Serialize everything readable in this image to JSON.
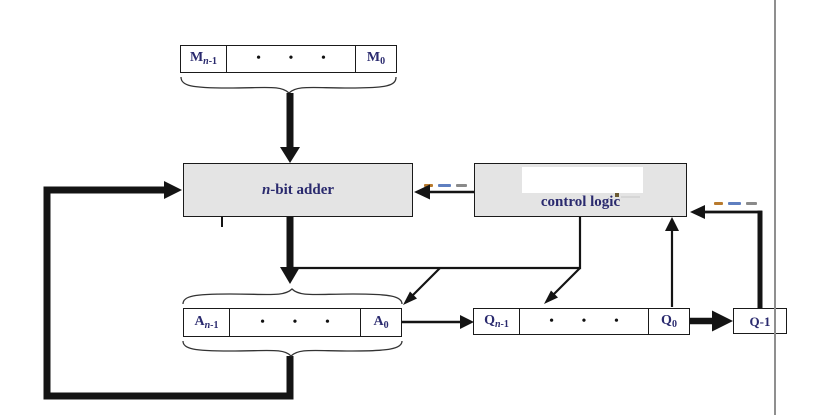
{
  "colors": {
    "box_fill": "#e4e4e4",
    "label_navy": "#2a2a6e",
    "line_black": "#141414",
    "brace_gray": "#333333",
    "page_edge_gray": "#8f8f8f"
  },
  "registers": {
    "m": {
      "high": {
        "base": "M",
        "sub_italic": "n",
        "sub_rest": "-1"
      },
      "dots": "• • •",
      "low": {
        "base": "M",
        "sub_italic": "",
        "sub_rest": "0"
      }
    },
    "a": {
      "high": {
        "base": "A",
        "sub_italic": "n",
        "sub_rest": "-1"
      },
      "dots": "• • •",
      "low": {
        "base": "A",
        "sub_italic": "",
        "sub_rest": "0"
      }
    },
    "q": {
      "high": {
        "base": "Q",
        "sub_italic": "n",
        "sub_rest": "-1"
      },
      "dots": "• • •",
      "low": {
        "base": "Q",
        "sub_italic": "",
        "sub_rest": "0"
      }
    },
    "q_minus_1": {
      "label": "Q-1"
    }
  },
  "blocks": {
    "adder": {
      "label_italic": "n",
      "label_rest": "-bit adder"
    },
    "control": {
      "label": "control logic"
    }
  },
  "artifacts": {
    "erased_text_dash_colors": [
      "#b87a2e",
      "#5f7fc0",
      "#8a8a8a"
    ]
  }
}
